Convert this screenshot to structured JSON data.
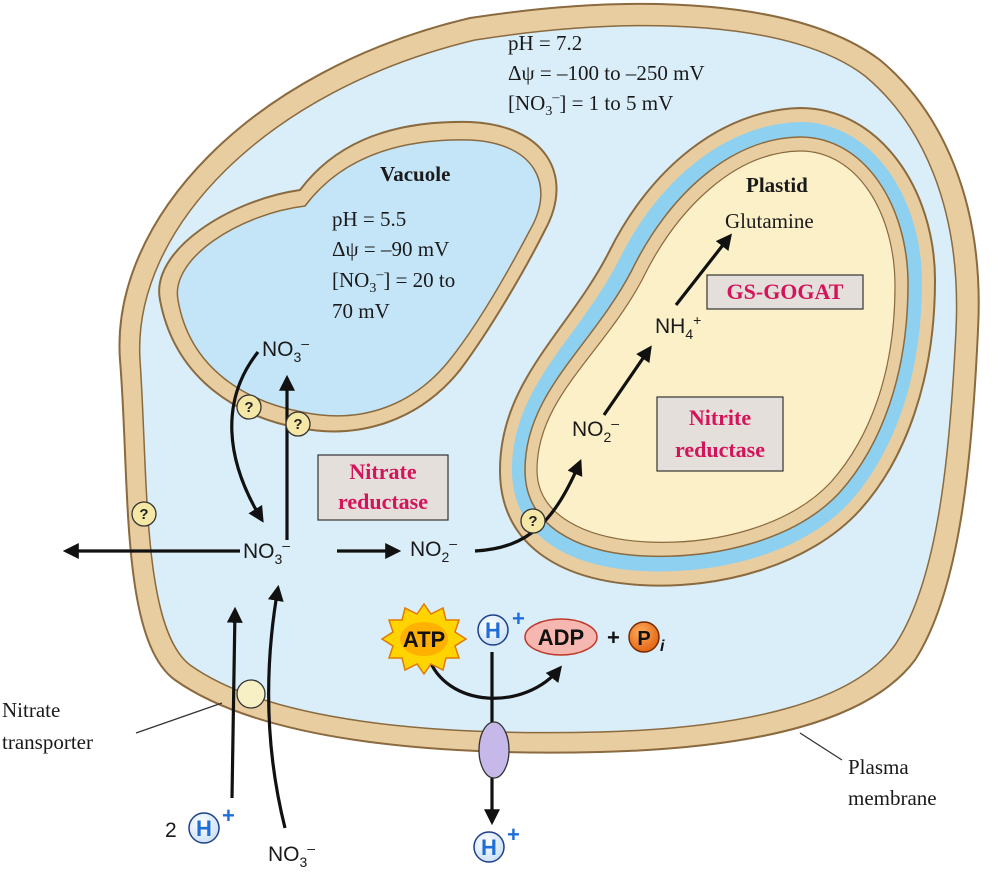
{
  "cytosol": {
    "conditions": [
      "pH = 7.2",
      "Δψ = –100 to –250 mV"
    ],
    "nitrate_conc": {
      "prefix": "[NO",
      "sub": "3",
      "sup": "–",
      "suffix": "] = 1 to 5 mV"
    }
  },
  "vacuole": {
    "title": "Vacuole",
    "conditions": [
      "pH = 5.5",
      "Δψ = –90 mV"
    ],
    "nitrate_conc": {
      "prefix": "[NO",
      "sub": "3",
      "sup": "–",
      "suffix": "] = 20 to"
    },
    "nitrate_conc_2": "70 mV"
  },
  "plastid": {
    "title": "Plastid",
    "product": "Glutamine"
  },
  "enzymes": {
    "nitrate_reductase": [
      "Nitrate",
      "reductase"
    ],
    "nitrite_reductase": [
      "Nitrite",
      "reductase"
    ],
    "gs_gogat": "GS-GOGAT"
  },
  "chemicals": {
    "no": "NO",
    "three": "3",
    "two": "2",
    "minus": "–",
    "nh": "NH",
    "four": "4",
    "plus": "+",
    "atp": "ATP",
    "adp": "ADP",
    "pi_plus": "+",
    "p": "P",
    "i": "i",
    "h": "H",
    "two_h_coef": "2"
  },
  "labels": {
    "nitrate_transporter": [
      "Nitrate",
      "transporter"
    ],
    "plasma_membrane": [
      "Plasma",
      "membrane"
    ],
    "unknown": "?"
  },
  "colors": {
    "membrane": "#e8cda0",
    "membrane_stroke": "#8a6a3e",
    "cytosol": "#d9eef9",
    "vacuole": "#c4e5f8",
    "plastid_outer": "#8dd0ef",
    "plastid_inner": "#fbf0c8",
    "enzyme_box": "#e5dfdc",
    "enzyme_text": "#d4145a",
    "hplus": "#1f6fd6"
  }
}
